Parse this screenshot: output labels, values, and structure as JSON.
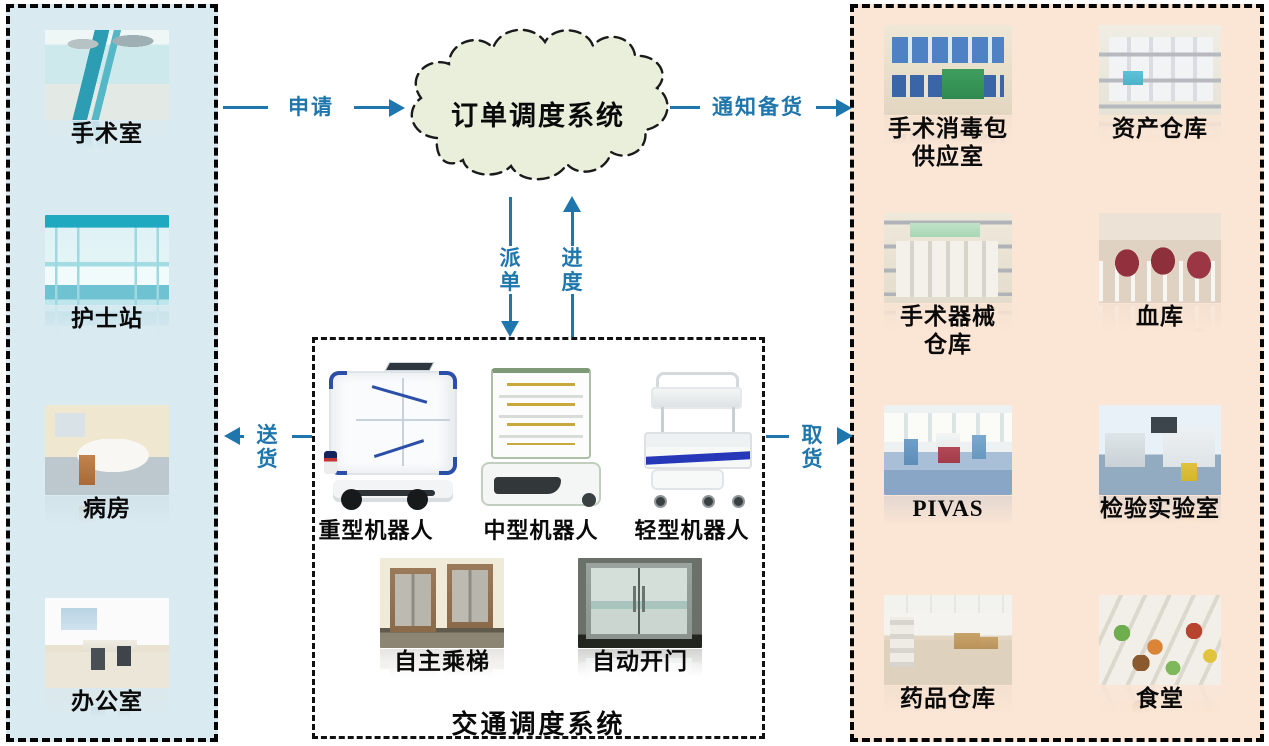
{
  "colors": {
    "arrow": "#1e76ad",
    "left_panel_bg": "#d9eaf1",
    "right_panel_bg": "#fbe5d4",
    "cloud_fill": "#e9efdb"
  },
  "cloud": {
    "title": "订单调度系统"
  },
  "arrows": {
    "apply": "申请",
    "notify": "通知备货",
    "dispatch": "派单",
    "progress": "进度",
    "deliver": "送货",
    "pickup": "取货"
  },
  "left_panel": {
    "items": [
      {
        "label": "手术室"
      },
      {
        "label": "护士站"
      },
      {
        "label": "病房"
      },
      {
        "label": "办公室"
      }
    ]
  },
  "right_panel": {
    "items": [
      {
        "line1": "手术消毒包",
        "line2": "供应室"
      },
      {
        "line1": "资产仓库",
        "line2": ""
      },
      {
        "line1": "手术器械",
        "line2": "仓库"
      },
      {
        "line1": "血库",
        "line2": ""
      },
      {
        "line1": "PIVAS",
        "line2": ""
      },
      {
        "line1": "检验实验室",
        "line2": ""
      },
      {
        "line1": "药品仓库",
        "line2": ""
      },
      {
        "line1": "食堂",
        "line2": ""
      }
    ]
  },
  "traffic_box": {
    "title": "交通调度系统",
    "robots": [
      {
        "label": "重型机器人"
      },
      {
        "label": "中型机器人"
      },
      {
        "label": "轻型机器人"
      }
    ],
    "facilities": [
      {
        "label": "自主乘梯"
      },
      {
        "label": "自动开门"
      }
    ]
  }
}
